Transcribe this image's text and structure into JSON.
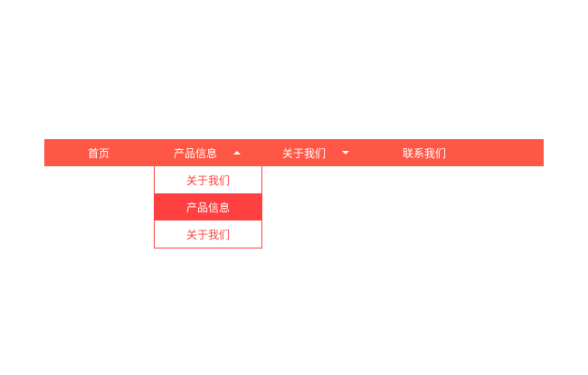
{
  "nav": {
    "items": [
      {
        "label": "首页"
      },
      {
        "label": "产品信息",
        "arrow": "up"
      },
      {
        "label": "关于我们",
        "arrow": "down"
      },
      {
        "label": "联系我们"
      }
    ],
    "dropdown": [
      {
        "label": "关于我们"
      },
      {
        "label": "产品信息",
        "active": true
      },
      {
        "label": "关于我们"
      }
    ]
  },
  "colors": {
    "bar": "#ff5745",
    "accent": "#ff4040"
  }
}
